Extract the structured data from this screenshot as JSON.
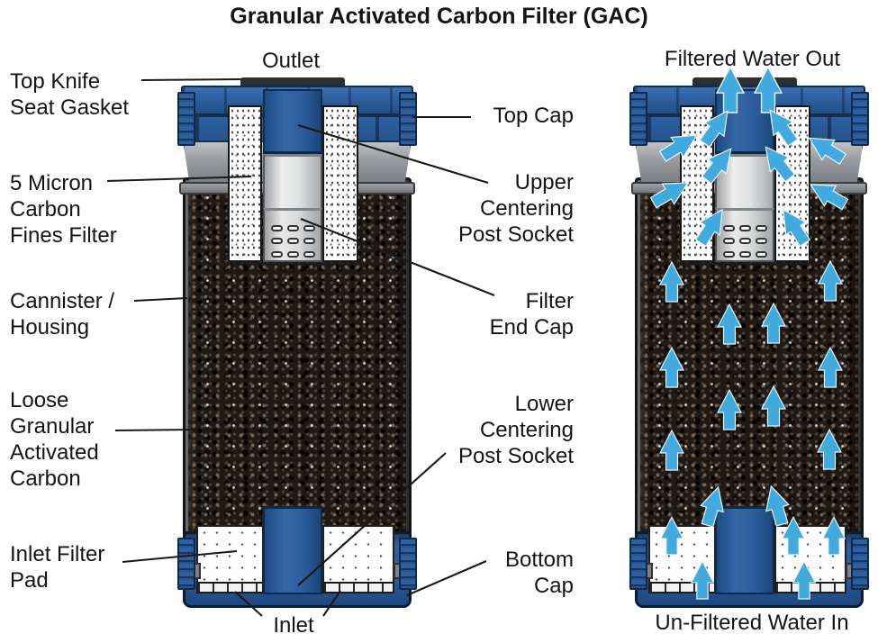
{
  "title": "Granular Activated Carbon Filter (GAC)",
  "colors": {
    "arrow_blue": "#41aadf",
    "cap_blue": "#2b5c9b",
    "collar_gray": "#9b9ea2",
    "carbon_black": "#201813",
    "gasket_gray": "#2f2f31",
    "leader_line": "#191919"
  },
  "left_view": {
    "outlet": "Outlet",
    "inlet": "Inlet",
    "labels_left": {
      "top_knife_seat_gasket": "Top Knife\nSeat Gasket",
      "five_micron_fines_filter": "5 Micron\nCarbon\nFines Filter",
      "cannister_housing": "Cannister /\nHousing",
      "loose_gac": "Loose\nGranular\nActivated\nCarbon",
      "inlet_filter_pad": "Inlet Filter\nPad"
    },
    "labels_right": {
      "top_cap": "Top Cap",
      "upper_centering_post_socket": "Upper\nCentering\nPost Socket",
      "filter_end_cap": "Filter\nEnd Cap",
      "lower_centering_post_socket": "Lower\nCentering\nPost Socket",
      "bottom_cap": "Bottom\nCap"
    }
  },
  "right_view": {
    "filtered_water_out": "Filtered Water Out",
    "unfiltered_water_in": "Un-Filtered Water In",
    "flow_arrow_icon": "up-arrow",
    "flow_arrow_count": 29
  }
}
